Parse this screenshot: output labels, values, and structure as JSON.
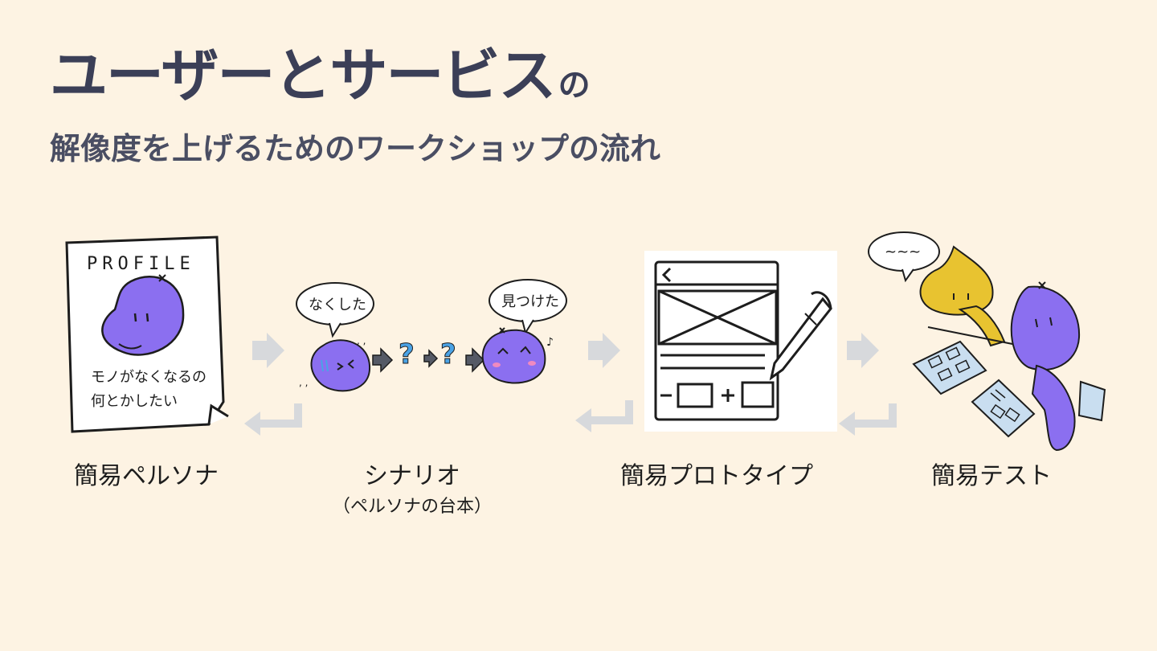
{
  "title": {
    "main": "ユーザーとサービス",
    "main_suffix": "の",
    "sub": "解像度を上げるためのワークショップの流れ"
  },
  "steps": [
    {
      "label": "簡易ペルソナ",
      "illustration": "profile-card"
    },
    {
      "label": "シナリオ",
      "sublabel": "（ペルソナの台本）",
      "illustration": "scenario-sequence"
    },
    {
      "label": "簡易プロトタイプ",
      "illustration": "paper-prototype"
    },
    {
      "label": "簡易テスト",
      "illustration": "user-test"
    }
  ],
  "handwriting": {
    "profile_header": "PROFILE",
    "profile_line1": "モノがなくなるの",
    "profile_line2": "何とかしたい",
    "bubble_lost": "なくした",
    "bubble_found": "見つけた",
    "test_bubble": "~~~"
  },
  "colors": {
    "background": "#fdf3e3",
    "title": "#3b3f57",
    "character_purple": "#8b6ff0",
    "character_yellow": "#e8c330",
    "arrow_gray": "#d7d9dc",
    "paper_blue": "#c9def0",
    "question_blue": "#4aa3e6"
  }
}
